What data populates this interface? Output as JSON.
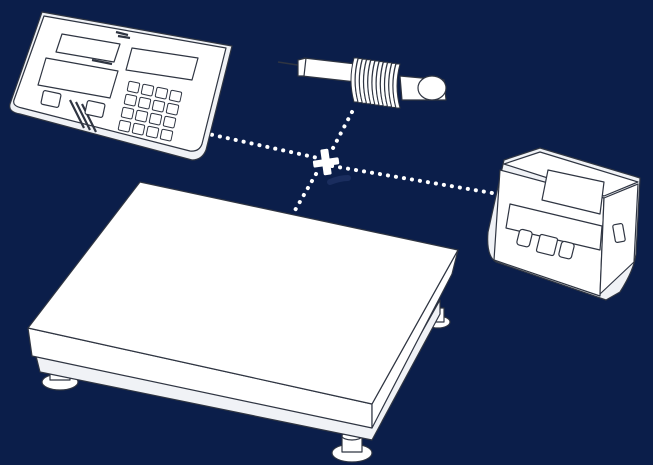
{
  "colors": {
    "background": "#0b1e4a",
    "line_art_fill": "#ffffff",
    "line_art_fill_shade": "#f0f2f6",
    "line_art_stroke": "#2f3542",
    "connector": "#ffffff"
  },
  "items": [
    {
      "name": "weighing-terminal",
      "icon": "indicator-display-icon"
    },
    {
      "name": "load-cell",
      "icon": "load-cell-icon"
    },
    {
      "name": "receipt-printer",
      "icon": "printer-icon"
    },
    {
      "name": "platform-scale",
      "icon": "scale-platform-icon"
    }
  ],
  "connector_symbol": "plus-icon"
}
